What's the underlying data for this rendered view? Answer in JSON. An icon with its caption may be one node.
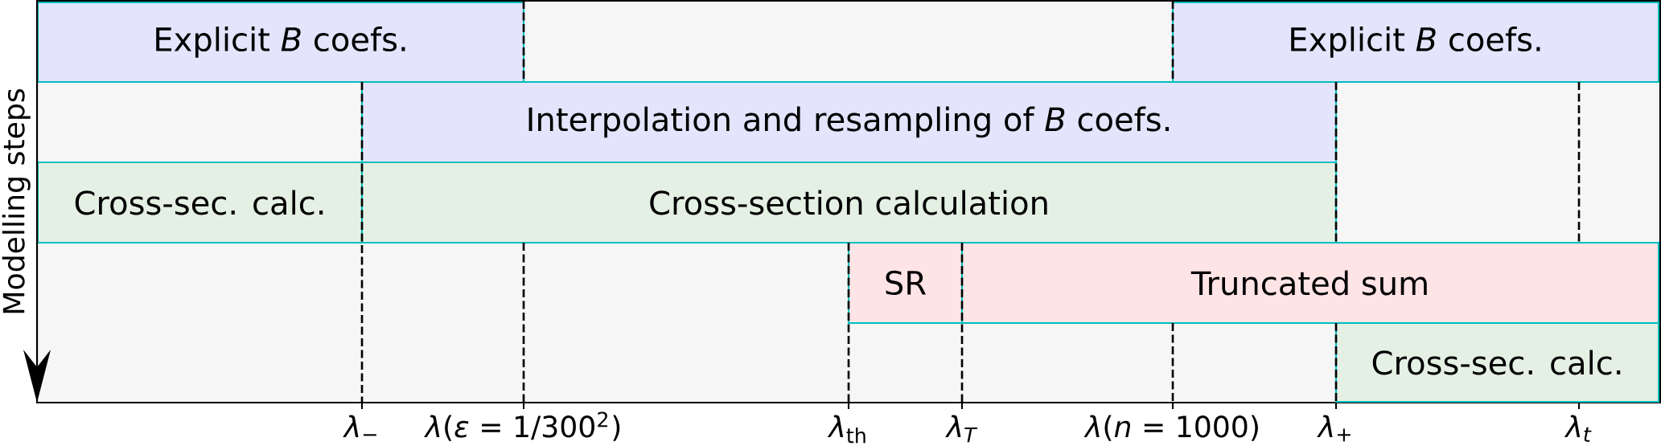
{
  "diagram": {
    "nodes": [
      {
        "text": [
          "Explicit *B* coefs."
        ]
      },
      {
        "text": [
          "Explicit *B* coefs."
        ]
      },
      {
        "text": [
          "Interpolation and resampling of *B* coefs."
        ]
      },
      {
        "text": [
          "Cross-sec. calc."
        ]
      },
      {
        "text": [
          "Cross-section calculation"
        ]
      },
      {
        "text": [
          "SR"
        ]
      },
      {
        "text": [
          "Truncated sum"
        ]
      },
      {
        "text": [
          "Cross-sec. calc."
        ]
      }
    ],
    "labels": [
      "Modelling steps",
      "*λ*$_{−}$",
      "*λ*(*ε* = 1/300$^{2}$)",
      "*λ*$_{th}$",
      "λ$_{T}$",
      "*λ*(*n* = 1000)",
      "*λ*$_{+}$",
      "λ$_{t}$"
    ]
  }
}
